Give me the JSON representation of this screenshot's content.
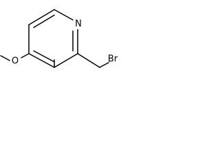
{
  "molecule": {
    "atoms": {
      "nitrogen": "N",
      "oxygen": "O",
      "bromine": "Br"
    }
  }
}
